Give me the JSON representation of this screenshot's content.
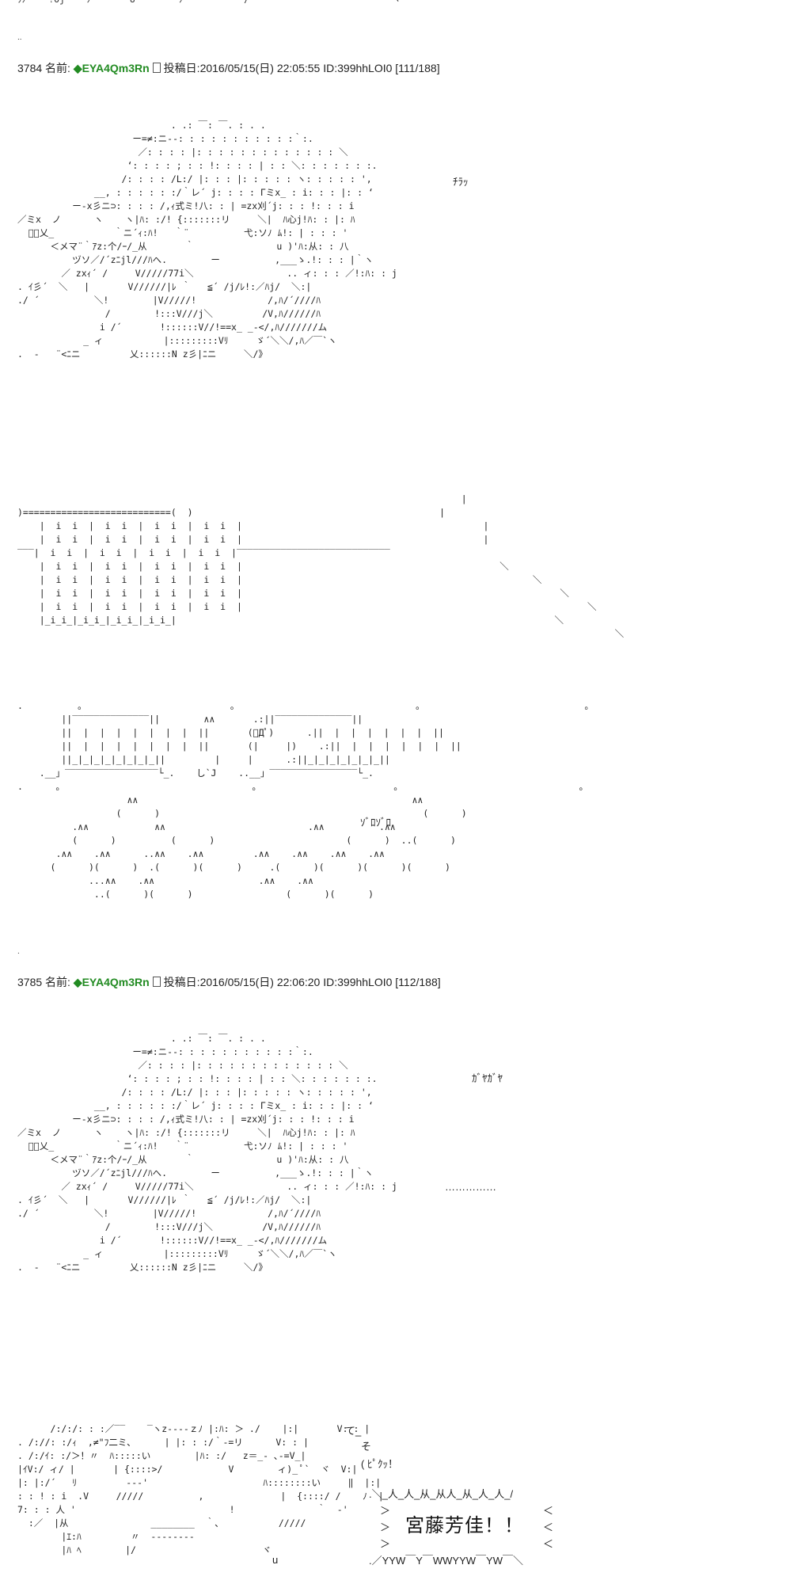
{
  "top_fragment": "ﾌﾉ    !Oj    ﾉ       U        ﾉ           /                          ヽ",
  "dot_a": "..",
  "dot_b": ".",
  "posts": [
    {
      "number": "3784",
      "name_label": "名前:",
      "trip": "◆EYA4Qm3Rn",
      "date_label": "投稿日:",
      "date": "2016/05/15(日) 22:05:55",
      "id": "ID:399hhLOI0",
      "count": "[111/188]"
    },
    {
      "number": "3785",
      "name_label": "名前:",
      "trip": "◆EYA4Qm3Rn",
      "date_label": "投稿日:",
      "date": "2016/05/15(日) 22:06:20",
      "id": "ID:399hhLOI0",
      "count": "[112/188]"
    }
  ],
  "aa_girl_1": "                            . .: ￣: ￣. : . .\n                     ー=≠:ニ-‐: : : : : : : : : : :｀:.\n                      ／: : : : |: : : : : : : : : : : : : ＼\n                    ‘: : : : ; : : !: : : : | : : ＼: : : : : : :.\n                   /: : : : /L:/ |: : : |: : : : : ヽ: : : : : ',\n              __, : : : : : :/｀レ´ j: : : : Γミx_ : i: : : |: : ‘\n          ー-x彡ニ⊃: : : : /,ｨ式ミ!八: : | =zx刈´j: : : !: : : i\n／ミx  ノ      ヽ    ヽ|ﾊ: :/! {:::::::リ     ＼|  ﾊ心j!ﾊ: : |: ﾊ\n  ﾞ＜乂_           ｀ニ´ｨ:ﾊ!   ｀¨          弋:ソﾉ ﾑ!: | : : : '\n      ＜メマ¨｀ｱz:个/ｰ/_从       ｀               u )'ﾊ:从: : 八\n          ヅソ／/´zﾆjl///ﾊへ.        ー          ,___ゝ.!: : : |｀ヽ\n        ／ zxｨ´ /     V/////77i＼                 .. ィ: : : ／!:ﾊ: : j\n. ｲ彡´  ＼   |       V//////|ﾚ ｀   ≦´ /j/ﾚ!:／ﾊj/  ＼:|\n./ ´          ＼!        |V/////!             /,ﾊ/´////ﾊ\n                /        !:::V///j＼         /V,ﾊ//////ﾊ\n               i /´       !::::::V//!==x_ _-</,ﾊ///////ム\n            _ ィ           |:::::::::Vﾘ     ゞ´＼＼/,ﾊ／￣`ヽ\n.  -   ¨<ﾆニ         乂::::::N z彡|ﾆニ     ＼/》",
  "aa_curtain": "                                                                                 |\n)===========================(  )                                             |\n    |  i  i  |  i  i  |  i  i  |  i  i  |                                            |\n    |  i  i  |  i  i  |  i  i  |  i  i  |                                            |\n‾‾‾|  i  i  |  i  i  |  i  i  |  i  i  |‾‾‾‾‾‾‾‾‾‾‾‾‾‾‾‾‾‾‾‾‾‾‾‾‾‾‾‾\n    |  i  i  |  i  i  |  i  i  |  i  i  |                                               ＼\n    |  i  i  |  i  i  |  i  i  |  i  i  |                                                     ＼\n    |  i  i  |  i  i  |  i  i  |  i  i  |                                                          ＼\n    |  i  i  |  i  i  |  i  i  |  i  i  |                                                               ＼\n    |_i_i_|_i_i_|_i_i_|_i_i_|                                                                     ＼\n                                                                                                             ＼",
  "aa_crowd": ".          ｡                           ｡                                 ｡                              ｡\n        ||‾‾‾‾‾‾‾‾‾‾‾‾‾‾||        ∧∧       .:||‾‾‾‾‾‾‾‾‾‾‾‾‾‾||\n        ||  |  |  |  |  |  |  |  ||       (ﾟДﾟ)      .||  |  |  |  |  |  |  ||\n        ||  |  |  |  |  |  |  |  ||       (|     |)    .:||  |  |  |  |  |  |  ||\n        ||_|_|_|_|_|_|_|_||         |     |      .:||_|_|_|_|_|_|_||\n    .__」‾‾‾‾‾‾‾‾‾‾‾‾‾‾‾‾‾└_.    し`J    ..__」‾‾‾‾‾‾‾‾‾‾‾‾‾‾‾‾└_.\n.      ｡                                   ｡                         ｡                                 ｡\n                    ∧∧                                                  ∧∧\n                  (      )                                                (      )\n          .∧∧            ∧∧                          .∧∧          .∧∧\n          (      )          (      )                        (      )  ..(      )\n       .∧∧    .∧∧      ..∧∧    .∧∧         .∧∧    .∧∧    .∧∧    .∧∧\n      (      )(      )  .(      )(      )     .(      )(      )(      )(      )\n             ...∧∧    .∧∧                   .∧∧    .∧∧\n              ..(      )(      )                 (      )(      )",
  "aa_girl_2": "                            . .: ￣: ￣. : . .\n                     ー=≠:ニ-‐: : : : : : : : : : :｀:.\n                      ／: : : : |: : : : : : : : : : : : : ＼\n                    ‘: : : : ; : : !: : : : | : : ＼: : : : : : :.\n                   /: : : : /L:/ |: : : |: : : : : ヽ: : : : : ',\n              __, : : : : : :/｀レ´ j: : : : Γミx_ : i: : : |: : ‘\n          ー-x彡ニ⊃: : : : /,ｨ式ミ!八: : | =zx刈´j: : : !: : : i\n／ミx  ノ      ヽ    ヽ|ﾊ: :/! {:::::::リ     ＼|  ﾊ心j!ﾊ: : |: ﾊ\n  ﾞ＜乂_           ｀ニ´ｨ:ﾊ!   ｀¨          弋:ソﾉ ﾑ!: | : : : '\n      ＜メマ¨｀ｱz:个/ｰ/_从       ｀               u )'ﾊ:从: : 八\n          ヅソ／/´zﾆjl///ﾊへ.        ー          ,___ゝ.!: : : |｀ヽ\n        ／ zxｨ´ /     V/////77i＼                 .. ィ: : : ／!:ﾊ: : j\n. ｲ彡´  ＼   |       V//////|ﾚ ｀   ≦´ /j/ﾚ!:／ﾊj/  ＼:|\n./ ´          ＼!        |V/////!             /,ﾊ/´////ﾊ\n                /        !:::V///j＼         /V,ﾊ//////ﾊ\n               i /´       !::::::V//!==x_ _-</,ﾊ///////ム\n            _ ィ           |:::::::::Vﾘ     ゞ´＼＼/,ﾊ／￣`ヽ\n.  -   ¨<ﾆニ         乂::::::N z彡|ﾆニ     ＼/》",
  "aa_bottom": "      /:/:/: : :／‾‾    ‾ヽz‐‐‐‐ｚﾉ |:ﾊ: ＞ ./    |:|       V: : |\n. /://: :/ｨ  ,≠\"ﾌ二ミ､      | |: : :/｀‐=リ      V: : |\n. /:/ｲ: :/＞！〃  ﾊ:::::い        |ﾊ: :/   z＝_‐ ､‐=V_|\n|ｲV:/ ィ/ |       | {::::>/            V        ィ)_ ﾟ`  ヾ  V:|\n|: |:/´   ﾘ         ‐‐‐'                     ﾊ::::::::い     ‖  |:|\n: : ! : i  .V     /////          ,              |  {::::/ /    ﾉ  |\n7: : : 人 '                            !               ｀  ‐'\n  :／  |从               ________  ｀、          /////\n        |ｴ:ﾊ         〃  ‐‐‐‐‐‐‐‐\n        |ﾊ ﾍ        |/                       ヾ",
  "sfx_chira": "ﾁﾗｯ",
  "sfx_zoro": "ｿﾞﾛｿﾞﾛ",
  "sfx_gaya": "ｶﾞﾔｶﾞﾔ",
  "sfx_dots": "……………",
  "sfx_te": "て_",
  "sfx_so": "そ",
  "sfx_piku": "(     ﾋﾟｸｯ！",
  "bubble_top": ".＼_人_人_从_从人_从_人_人_/",
  "bubble_left_1": "＞",
  "bubble_left_2": "＞",
  "bubble_left_3": "＞",
  "bubble_right_1": "＜",
  "bubble_right_2": "＜",
  "bubble_right_3": "＜",
  "bubble_bottom": ".／YYW￣Y￣WWYYW￣YW￣＼",
  "shout": "宮藤芳佳！！",
  "u_mark": "u"
}
